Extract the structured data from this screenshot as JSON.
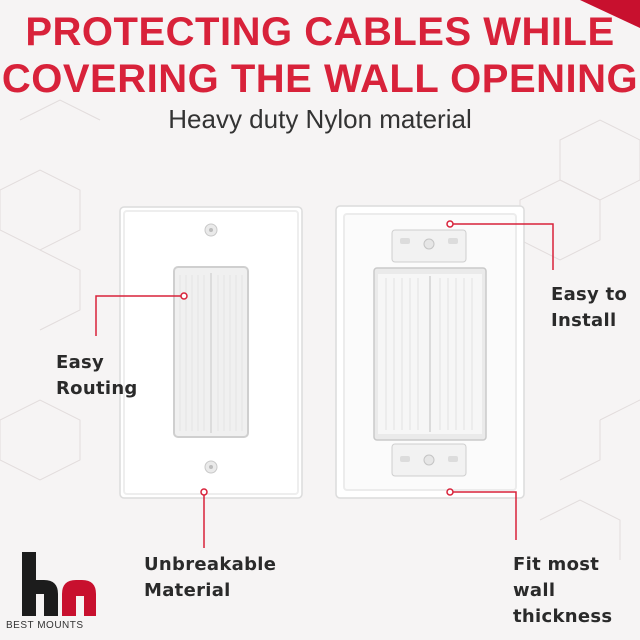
{
  "headline": {
    "line1": "PROTECTING CABLES WHILE",
    "line2": "COVERING THE WALL OPENING"
  },
  "subtitle": "Heavy duty Nylon material",
  "callouts": {
    "easy_routing": [
      "Easy",
      "Routing"
    ],
    "easy_install": [
      "Easy to",
      "Install"
    ],
    "unbreakable": [
      "Unbreakable",
      "Material"
    ],
    "fit_wall": [
      "Fit most wall",
      "thickness"
    ]
  },
  "logo": {
    "text": "BEST MOUNTS"
  },
  "colors": {
    "accent": "#d8223a",
    "text": "#2a2a2a",
    "plate": "#ffffff"
  }
}
